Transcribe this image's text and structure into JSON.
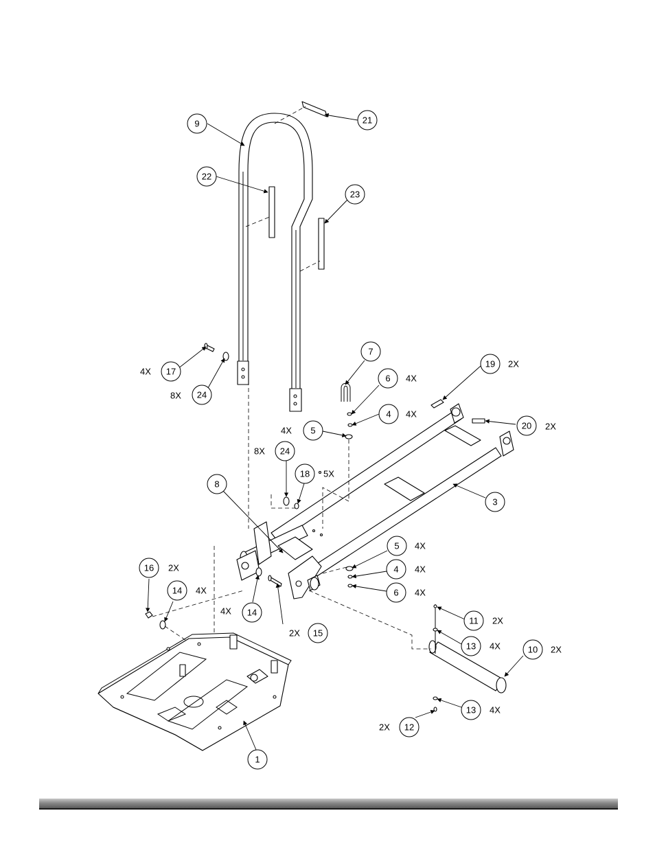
{
  "callouts": [
    {
      "label": "9"
    },
    {
      "label": "21"
    },
    {
      "label": "22"
    },
    {
      "label": "23"
    },
    {
      "label": "17"
    },
    {
      "label": "24"
    },
    {
      "label": "7"
    },
    {
      "label": "6"
    },
    {
      "label": "19"
    },
    {
      "label": "4"
    },
    {
      "label": "20"
    },
    {
      "label": "5"
    },
    {
      "label": "24"
    },
    {
      "label": "18"
    },
    {
      "label": "8"
    },
    {
      "label": "3"
    },
    {
      "label": "16"
    },
    {
      "label": "14"
    },
    {
      "label": "5"
    },
    {
      "label": "4"
    },
    {
      "label": "6"
    },
    {
      "label": "14"
    },
    {
      "label": "15"
    },
    {
      "label": "11"
    },
    {
      "label": "13"
    },
    {
      "label": "10"
    },
    {
      "label": "13"
    },
    {
      "label": "12"
    },
    {
      "label": "1"
    }
  ],
  "quantities": [
    "4X",
    "8X",
    "4X",
    "4X",
    "2X",
    "2X",
    "4X",
    "8X",
    "5X",
    "2X",
    "4X",
    "4X",
    "4X",
    "4X",
    "4X",
    "2X",
    "2X",
    "4X",
    "2X",
    "4X",
    "2X"
  ],
  "colors": {
    "ink": "#000000",
    "paper": "#ffffff",
    "footer_bar": "#8a8a8a"
  }
}
